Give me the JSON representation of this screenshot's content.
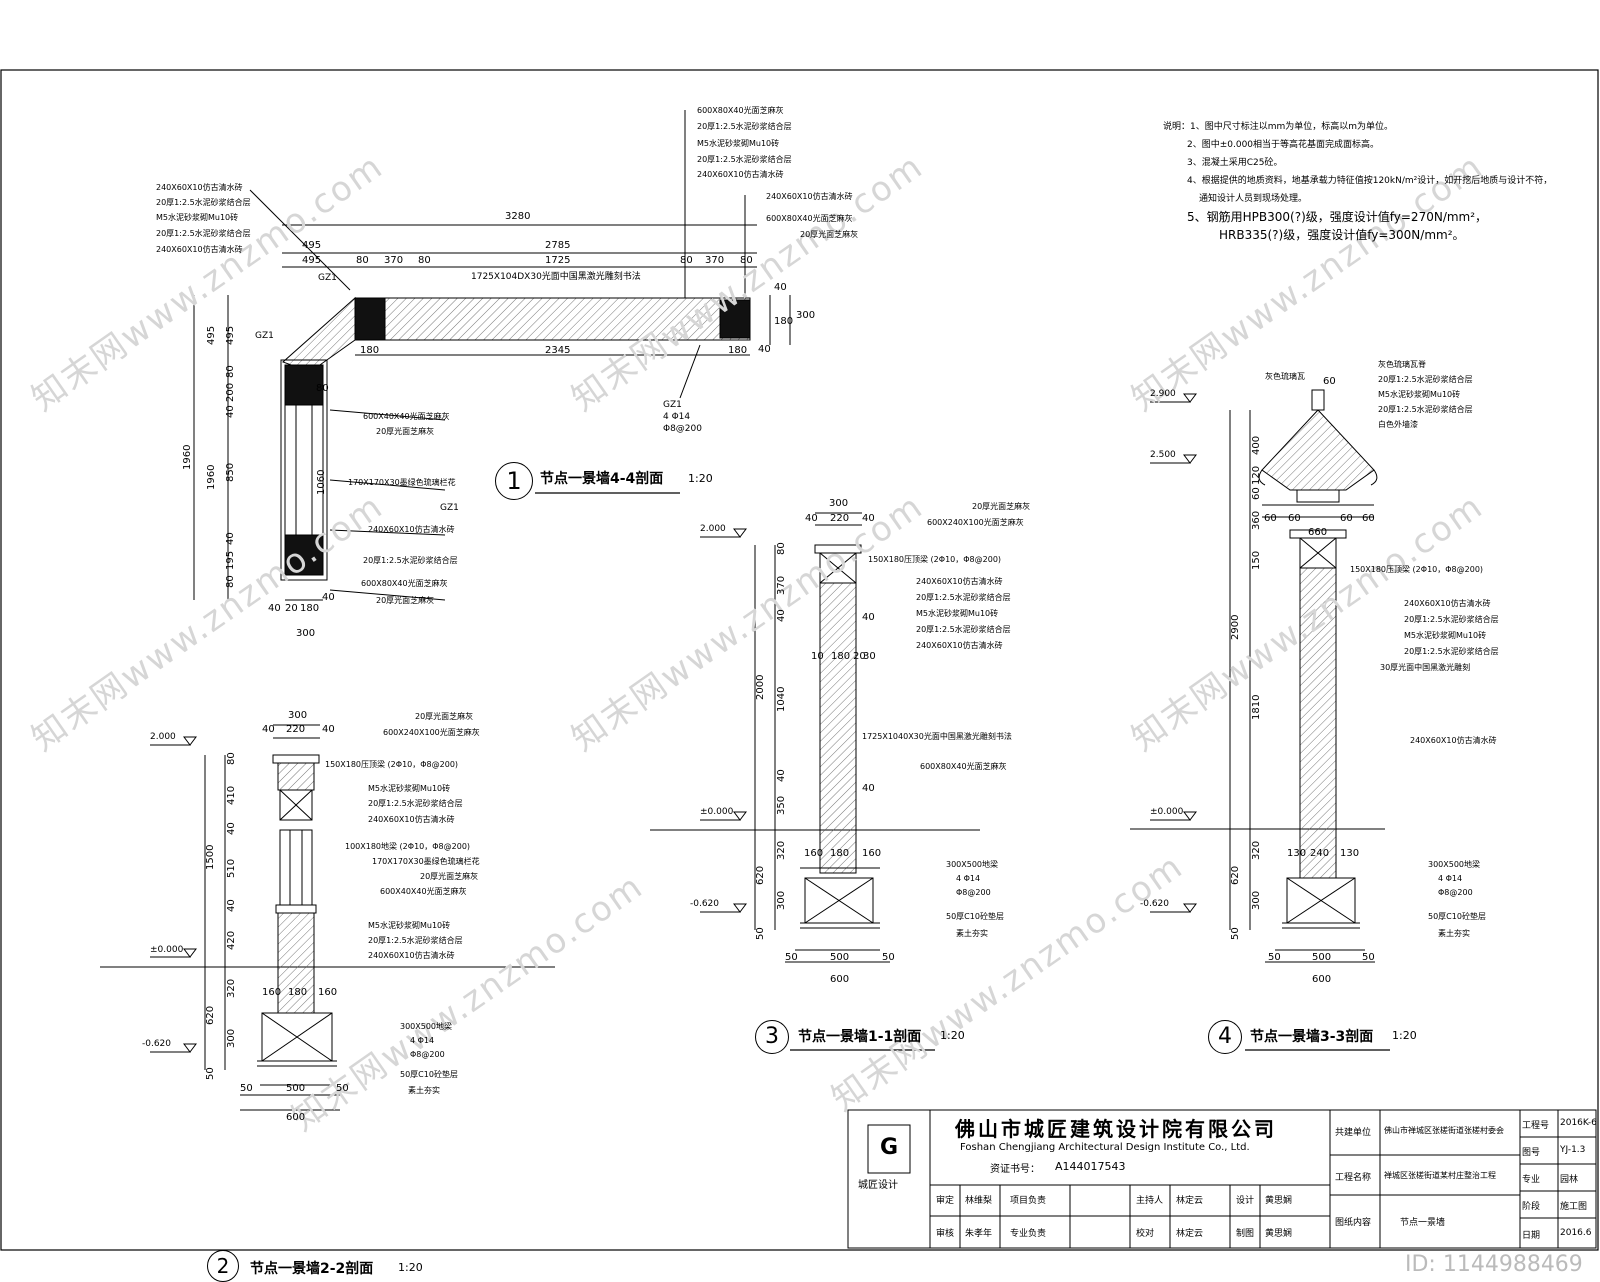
{
  "watermark": "知末网www.znzmo.com",
  "id_text": "ID: 1144988469",
  "notes": {
    "lines": [
      "说明：1、图中尺寸标注以mm为单位，标高以m为单位。",
      "2、图中±0.000相当于等高花基面完成面标高。",
      "3、混凝土采用C25砼。",
      "4、根据提供的地质资料，地基承载力特征值按120kN/m²设计，如开挖后地质与设计不符，",
      "通知设计人员到现场处理。",
      "5、钢筋用HPB300(?)级，强度设计值fy=270N/mm²，",
      "HRB335(?)级，强度设计值fy=300N/mm²。"
    ]
  },
  "sec1": {
    "num": "1",
    "title": "节点一景墙4-4剖面",
    "scale": "1:20",
    "top_dims": [
      "3280",
      "495",
      "2785",
      "495",
      "80",
      "370",
      "80",
      "1725",
      "80",
      "370",
      "80"
    ],
    "bottom_dims": [
      "180",
      "2345",
      "180"
    ],
    "right_dims": [
      "40",
      "180",
      "300",
      "40"
    ],
    "left_dims": [
      "495",
      "495",
      "1960",
      "1960",
      "200",
      "80",
      "40",
      "850",
      "1060",
      "40",
      "195",
      "80",
      "80"
    ],
    "bot_dims": [
      "40",
      "20",
      "180",
      "40",
      "300"
    ],
    "gz": [
      "GZ1",
      "GZ1",
      "GZ1",
      "GZ1"
    ],
    "callout_top": [
      "600X80X40光面芝麻灰",
      "20厚1:2.5水泥砂浆结合层",
      "M5水泥砂浆砌Mu10砖",
      "20厚1:2.5水泥砂浆结合层",
      "240X60X10仿古清水砖"
    ],
    "callout_left": [
      "240X60X10仿古清水砖",
      "20厚1:2.5水泥砂浆结合层",
      "M5水泥砂浆砌Mu10砖",
      "20厚1:2.5水泥砂浆结合层",
      "240X60X10仿古清水砖"
    ],
    "callout_right": [
      "240X60X10仿古清水砖",
      "600X80X40光面芝麻灰",
      "20厚光面芝麻灰"
    ],
    "inner_label": "1725X104DX30光面中国黑激光雕刻书法",
    "gz_note": [
      "4 Φ14",
      "Φ8@200"
    ],
    "side_callouts": [
      "600X40X40光面芝麻灰",
      "20厚光面芝麻灰",
      "170X170X30墨绿色琉璃栏花",
      "GZ1",
      "240X60X10仿古清水砖",
      "20厚1:2.5水泥砂浆结合层",
      "600X80X40光面芝麻灰",
      "20厚光面芝麻灰"
    ]
  },
  "sec2": {
    "num": "2",
    "title": "节点一景墙2-2剖面",
    "scale": "1:20",
    "levels": [
      "2.000",
      "±0.000",
      "-0.620"
    ],
    "top_dims": [
      "300",
      "40",
      "220",
      "40"
    ],
    "left_dims": [
      "80",
      "410",
      "40",
      "510",
      "1500",
      "40",
      "420",
      "320",
      "620",
      "300",
      "50"
    ],
    "bot_dims": [
      "160",
      "180",
      "160",
      "50",
      "500",
      "50",
      "600"
    ],
    "callouts": [
      "20厚光面芝麻灰",
      "600X240X100光面芝麻灰",
      "150X180压顶梁 (2Φ10，Φ8@200)",
      "M5水泥砂浆砌Mu10砖",
      "20厚1:2.5水泥砂浆结合层",
      "240X60X10仿古清水砖",
      "100X180地梁 (2Φ10，Φ8@200)",
      "170X170X30墨绿色琉璃栏花",
      "20厚光面芝麻灰",
      "600X40X40光面芝麻灰",
      "M5水泥砂浆砌Mu10砖",
      "20厚1:2.5水泥砂浆结合层",
      "240X60X10仿古清水砖",
      "300X500地梁",
      "4 Φ14",
      "Φ8@200",
      "50厚C10砼垫层",
      "素土夯实"
    ]
  },
  "sec3": {
    "num": "3",
    "title": "节点一景墙1-1剖面",
    "scale": "1:20",
    "levels": [
      "2.000",
      "±0.000",
      "-0.620"
    ],
    "top_dims": [
      "300",
      "40",
      "220",
      "40"
    ],
    "left_dims": [
      "80",
      "370",
      "40",
      "2000",
      "1040",
      "40",
      "350",
      "320",
      "620",
      "300",
      "50"
    ],
    "mid_dims": [
      "10",
      "180",
      "20",
      "30",
      "40",
      "40"
    ],
    "bot_dims": [
      "160",
      "180",
      "160",
      "50",
      "500",
      "50",
      "600"
    ],
    "callouts": [
      "20厚光面芝麻灰",
      "600X240X100光面芝麻灰",
      "150X180压顶梁 (2Φ10，Φ8@200)",
      "240X60X10仿古清水砖",
      "20厚1:2.5水泥砂浆结合层",
      "M5水泥砂浆砌Mu10砖",
      "20厚1:2.5水泥砂浆结合层",
      "240X60X10仿古清水砖",
      "1725X1040X30光面中国黑激光雕刻书法",
      "600X80X40光面芝麻灰",
      "300X500地梁",
      "4 Φ14",
      "Φ8@200",
      "50厚C10砼垫层",
      "素土夯实"
    ]
  },
  "sec4": {
    "num": "4",
    "title": "节点一景墙3-3剖面",
    "scale": "1:20",
    "levels": [
      "2.900",
      "2.500",
      "±0.000",
      "-0.620"
    ],
    "top_dims": [
      "60",
      "60",
      "60",
      "60",
      "60",
      "660"
    ],
    "left_dims": [
      "400",
      "120",
      "60",
      "360",
      "150",
      "2900",
      "1810",
      "320",
      "620",
      "300",
      "50"
    ],
    "bot_dims": [
      "130",
      "240",
      "130",
      "50",
      "500",
      "50",
      "600"
    ],
    "callouts_top": [
      "灰色琉璃瓦",
      "灰色琉璃瓦脊",
      "20厚1:2.5水泥砂浆结合层",
      "M5水泥砂浆砌Mu10砖",
      "20厚1:2.5水泥砂浆结合层",
      "白色外墙漆"
    ],
    "callouts": [
      "150X180压顶梁 (2Φ10，Φ8@200)",
      "240X60X10仿古清水砖",
      "20厚1:2.5水泥砂浆结合层",
      "M5水泥砂浆砌Mu10砖",
      "20厚1:2.5水泥砂浆结合层",
      "30厚光面中国黑激光雕刻",
      "240X60X10仿古清水砖",
      "300X500地梁",
      "4 Φ14",
      "Φ8@200",
      "50厚C10砼垫层",
      "素土夯实"
    ]
  },
  "titleblock": {
    "company_cn": "佛山市城匠建筑设计院有限公司",
    "company_en": "Foshan Chengjiang Architectural Design Institute Co., Ltd.",
    "cert_label": "资证书号：",
    "cert_no": "A144017543",
    "logo_text": "城匠设计",
    "roles": [
      {
        "role": "审定",
        "name": "林维梨"
      },
      {
        "role": "审核",
        "name": "朱孝年"
      },
      {
        "role": "项目负责",
        "name": ""
      },
      {
        "role": "专业负责",
        "name": ""
      },
      {
        "role": "主持人",
        "name": "林定云"
      },
      {
        "role": "校对",
        "name": "林定云"
      },
      {
        "role": "设计",
        "name": "黄思娴"
      },
      {
        "role": "制图",
        "name": "黄思娴"
      }
    ],
    "right": [
      {
        "k": "共建单位",
        "v": "佛山市禅城区张槎街道张槎村委会"
      },
      {
        "k": "工程名称",
        "v": "禅城区张槎街道某村庄整治工程"
      },
      {
        "k": "图纸内容",
        "v": "节点一景墙"
      }
    ],
    "meta": [
      {
        "k": "工程号",
        "v": "2016K-6"
      },
      {
        "k": "图号",
        "v": "YJ-1.3"
      },
      {
        "k": "专业",
        "v": "园林"
      },
      {
        "k": "阶段",
        "v": "施工图"
      },
      {
        "k": "日期",
        "v": "2016.6"
      }
    ]
  },
  "colors": {
    "ink": "#000000",
    "hatch": "#555555",
    "watermark": "#d6d6d6"
  }
}
